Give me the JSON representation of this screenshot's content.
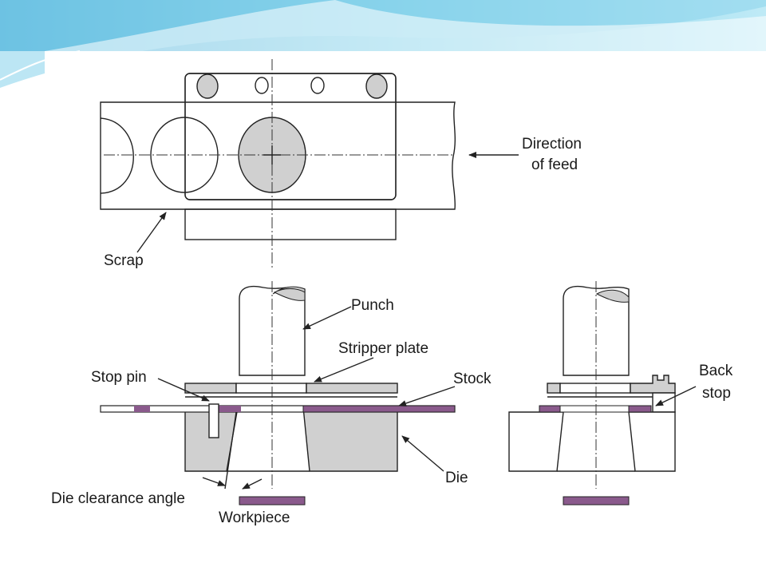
{
  "labels": {
    "direction_line1": "Direction",
    "direction_line2": "of feed",
    "scrap": "Scrap",
    "punch": "Punch",
    "stripper_plate": "Stripper plate",
    "stop_pin": "Stop pin",
    "stock": "Stock",
    "back_line1": "Back",
    "back_line2": "stop",
    "die": "Die",
    "die_clearance_angle": "Die clearance angle",
    "workpiece": "Workpiece"
  },
  "colors": {
    "part_fill": "#d0d0d0",
    "stock_accent": "#8a5a8c",
    "slide_header": "#4fb3d9",
    "line": "#222222"
  }
}
